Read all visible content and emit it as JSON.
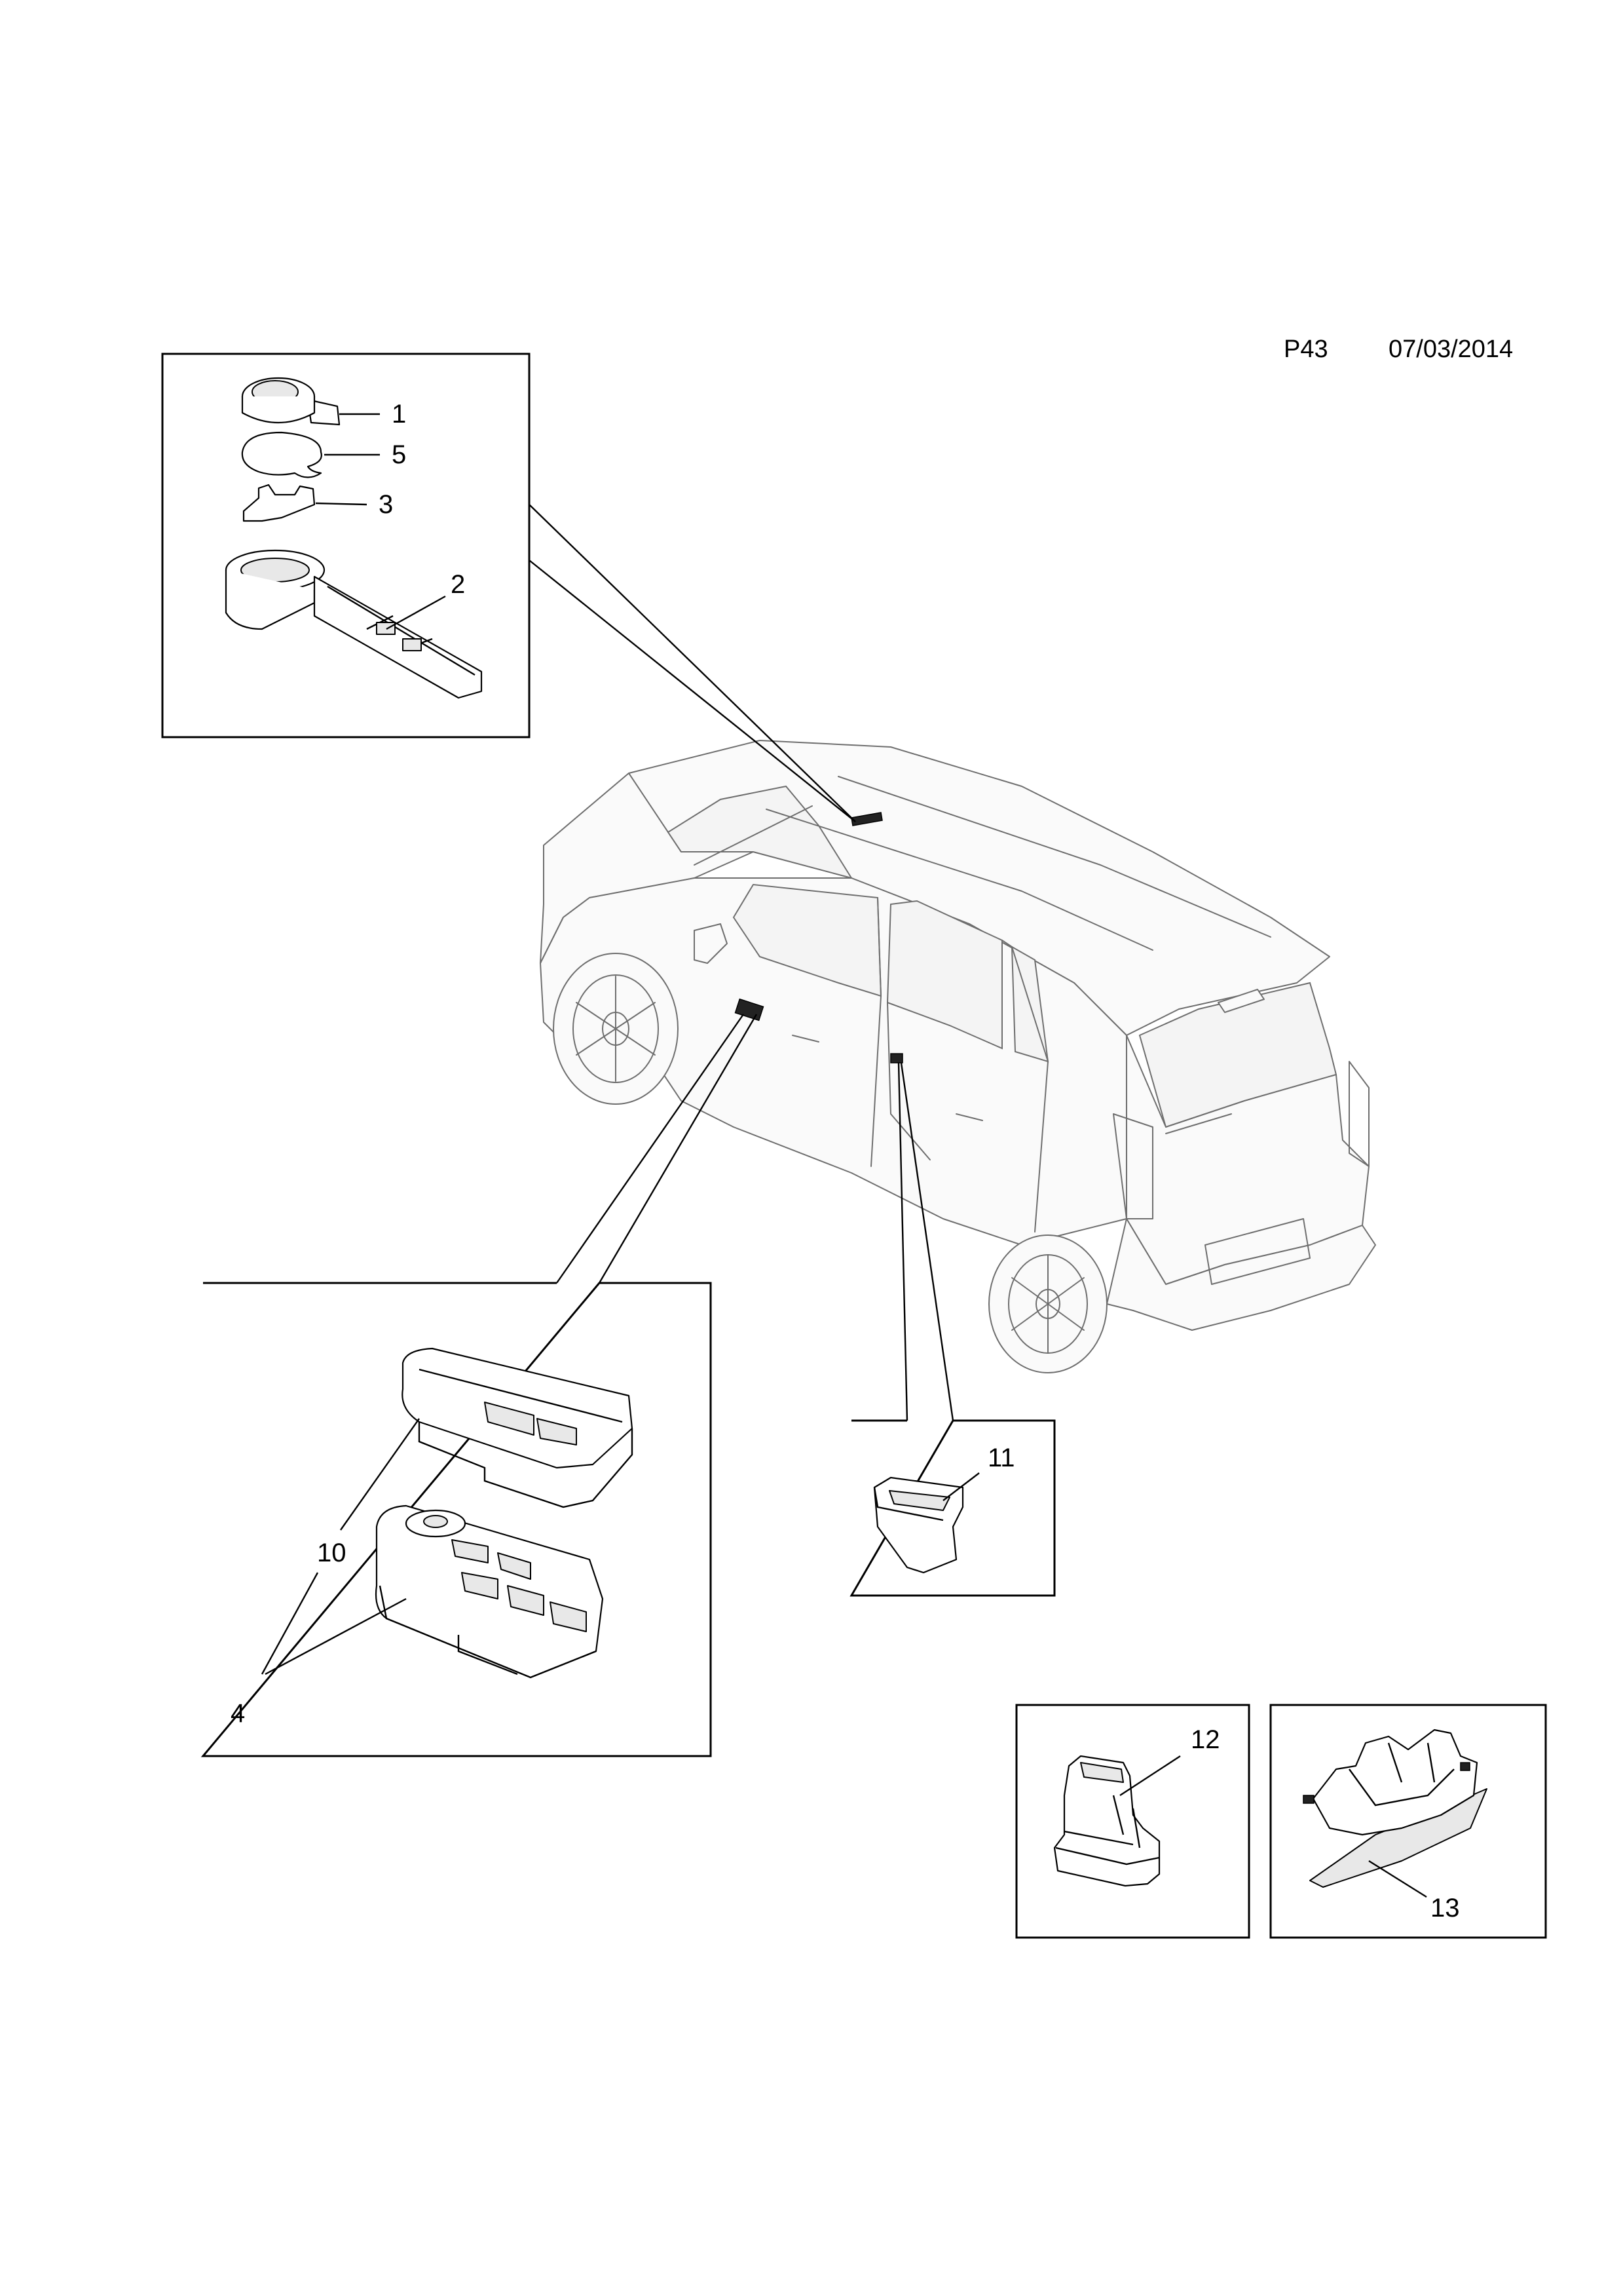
{
  "header": {
    "page_code": "P43",
    "date": "07/03/2014"
  },
  "callouts": {
    "c1": "1",
    "c5": "5",
    "c3": "3",
    "c2": "2",
    "c10": "10",
    "c4": "4",
    "c11": "11",
    "c12": "12",
    "c13": "13"
  }
}
